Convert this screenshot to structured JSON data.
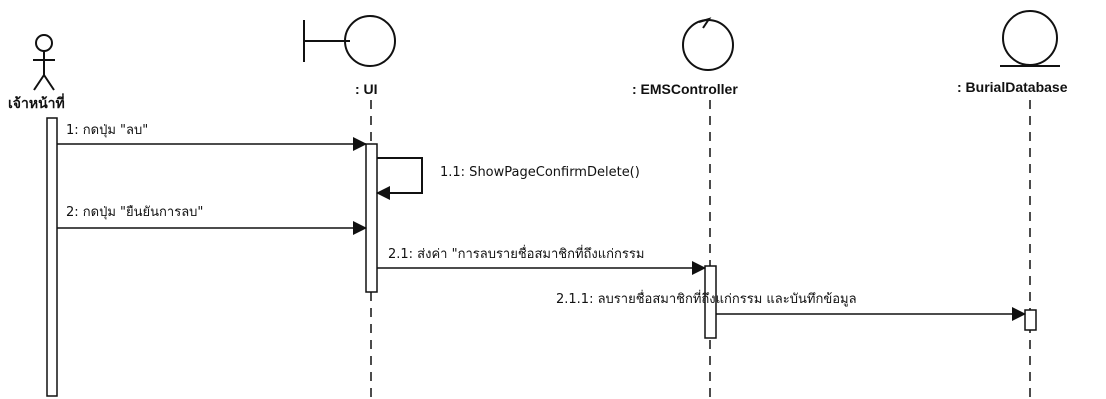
{
  "participants": {
    "actor": {
      "label": "เจ้าหน้าที่",
      "icon": "actor-stick-figure-icon"
    },
    "ui": {
      "label": ": UI",
      "icon": "boundary-icon"
    },
    "controller": {
      "label": ": EMSController",
      "icon": "control-icon"
    },
    "database": {
      "label": ": BurialDatabase",
      "icon": "entity-icon"
    }
  },
  "messages": {
    "m1": {
      "label": "1: กดปุ่ม \"ลบ\""
    },
    "m11": {
      "label": "1.1: ShowPageConfirmDelete()"
    },
    "m2": {
      "label": "2: กดปุ่ม \"ยืนยันการลบ\""
    },
    "m21": {
      "label": "2.1: ส่งค่า \"การลบรายชื่อสมาชิกที่ถึงแก่กรรม"
    },
    "m211": {
      "label": "2.1.1: ลบรายชื่อสมาชิกที่ถึงแก่กรรม และบันทึกข้อมูล"
    }
  },
  "colors": {
    "ink": "#111111",
    "background": "#ffffff"
  }
}
